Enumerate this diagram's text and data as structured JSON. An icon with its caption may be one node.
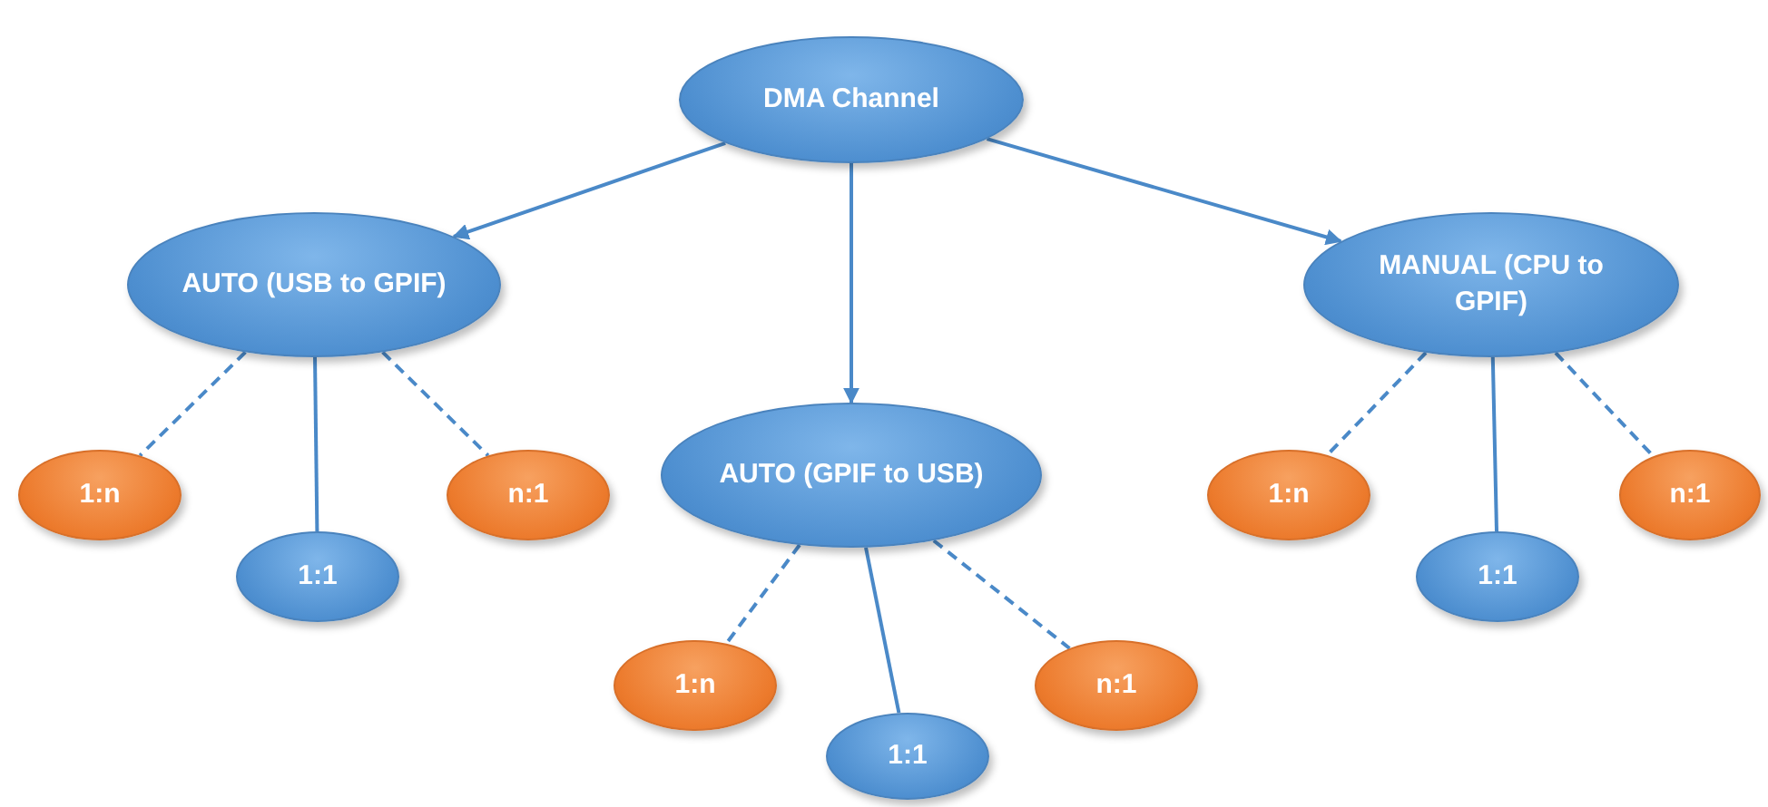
{
  "diagram": {
    "nodes": [
      {
        "text": [
          "DMA Channel"
        ]
      },
      {
        "text": [
          "AUTO (USB to GPIF)"
        ]
      },
      {
        "text": [
          "MANUAL (CPU to GPIF)"
        ]
      },
      {
        "text": [
          "1:n"
        ]
      },
      {
        "text": [
          "n:1"
        ]
      },
      {
        "text": [
          "AUTO (GPIF to USB)"
        ]
      },
      {
        "text": [
          "1:n"
        ]
      },
      {
        "text": [
          "n:1"
        ]
      },
      {
        "text": [
          "1:1"
        ]
      },
      {
        "text": [
          "1:1"
        ]
      },
      {
        "text": [
          "1:n"
        ]
      },
      {
        "text": [
          "n:1"
        ]
      },
      {
        "text": [
          "1:1"
        ]
      }
    ],
    "edges": [
      {
        "from": 0,
        "to": 1,
        "arrow": "to"
      },
      {
        "from": 0,
        "to": 5,
        "arrow": "to"
      },
      {
        "from": 0,
        "to": 2,
        "arrow": "to"
      },
      {
        "from": 1,
        "to": 3,
        "arrow": "none",
        "style": "dashed"
      },
      {
        "from": 1,
        "to": 8,
        "arrow": "none"
      },
      {
        "from": 1,
        "to": 4,
        "arrow": "none",
        "style": "dashed"
      },
      {
        "from": 5,
        "to": 10,
        "arrow": "none",
        "style": "dashed"
      },
      {
        "from": 5,
        "to": 12,
        "arrow": "none"
      },
      {
        "from": 5,
        "to": 11,
        "arrow": "none",
        "style": "dashed"
      },
      {
        "from": 2,
        "to": 6,
        "arrow": "none",
        "style": "dashed"
      },
      {
        "from": 2,
        "to": 9,
        "arrow": "none"
      },
      {
        "from": 2,
        "to": 7,
        "arrow": "none",
        "style": "dashed"
      }
    ]
  }
}
